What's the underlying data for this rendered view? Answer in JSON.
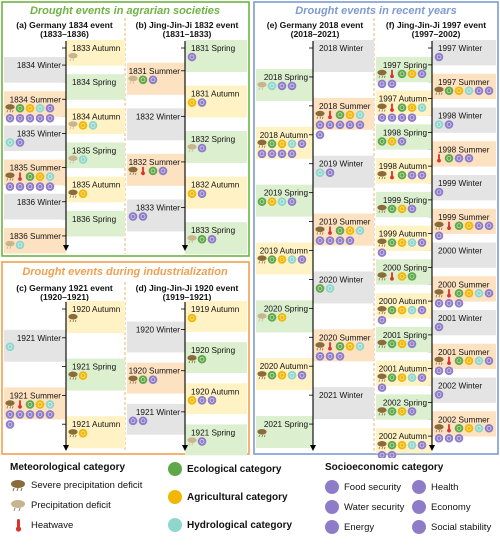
{
  "sections": {
    "agrarian": {
      "title": "Drought events in agrarian societies",
      "color": "#6fb343"
    },
    "industrial": {
      "title": "Drought events during industrialization",
      "color": "#f0a050"
    },
    "recent": {
      "title": "Drought events in recent years",
      "color": "#7d9bd0"
    }
  },
  "panels": [
    {
      "id": "a",
      "title_line1": "(a) Germany 1834 event",
      "title_line2": "(1833–1836)",
      "left": [
        {
          "label": "1834 Winter",
          "icons": []
        },
        {
          "label": "1834 Summer",
          "icons": [
            "spd",
            "eco",
            "agr",
            "hyd",
            "food",
            "water",
            "energy",
            "health",
            "economy",
            "social"
          ]
        },
        {
          "label": "1835 Winter",
          "icons": [
            "hyd",
            "water"
          ]
        },
        {
          "label": "1835 Summer",
          "icons": [
            "spd",
            "heat",
            "eco",
            "agr",
            "hyd",
            "food",
            "water",
            "energy",
            "health",
            "economy"
          ]
        },
        {
          "label": "1836 Winter",
          "icons": []
        },
        {
          "label": "1836 Summer",
          "icons": [
            "pd",
            "hyd"
          ]
        }
      ],
      "right": [
        {
          "label": "1833 Autumn",
          "icons": [
            "pd"
          ]
        },
        {
          "label": "1834 Spring",
          "icons": []
        },
        {
          "label": "1834 Autumn",
          "icons": [
            "pd",
            "agr",
            "hyd"
          ]
        },
        {
          "label": "1835 Spring",
          "icons": [
            "pd",
            "hyd"
          ]
        },
        {
          "label": "1835 Autumn",
          "icons": [
            "spd",
            "agr"
          ]
        },
        {
          "label": "1836 Spring",
          "icons": []
        }
      ]
    },
    {
      "id": "b",
      "title_line1": "(b) Jing-Jin-Ji 1832 event",
      "title_line2": "(1831–1833)",
      "left": [
        {
          "label": "1831 Summer",
          "icons": [
            "pd",
            "eco",
            "social"
          ]
        },
        {
          "label": "1832 Winter",
          "icons": []
        },
        {
          "label": "1832 Summer",
          "icons": [
            "spd",
            "heat",
            "eco",
            "social"
          ]
        },
        {
          "label": "1833 Winter",
          "icons": [
            "food",
            "social"
          ]
        }
      ],
      "right": [
        {
          "label": "1831 Spring",
          "icons": [
            "food"
          ]
        },
        {
          "label": "1831 Autumn",
          "icons": [
            "agr",
            "social"
          ]
        },
        {
          "label": "1832 Spring",
          "icons": [
            "pd",
            "social"
          ]
        },
        {
          "label": "1832 Autumn",
          "icons": [
            "agr",
            "social"
          ]
        },
        {
          "label": "1833 Spring",
          "icons": [
            "pd",
            "eco",
            "social"
          ]
        }
      ]
    },
    {
      "id": "c",
      "title_line1": "(c) Germany 1921 event",
      "title_line2": "(1920–1921)",
      "left": [
        {
          "label": "1921 Winter",
          "icons": [
            "hyd"
          ]
        },
        {
          "label": "1921 Summer",
          "icons": [
            "spd",
            "heat",
            "eco",
            "agr",
            "hyd",
            "food",
            "water",
            "energy",
            "health",
            "economy",
            "social"
          ]
        }
      ],
      "right": [
        {
          "label": "1920 Autumn",
          "icons": [
            "spd"
          ]
        },
        {
          "label": "1921 Spring",
          "icons": [
            "spd",
            "agr"
          ]
        },
        {
          "label": "1921 Autumn",
          "icons": [
            "spd",
            "agr"
          ]
        }
      ]
    },
    {
      "id": "d",
      "title_line1": "(d) Jing-Jin-Ji 1920 event",
      "title_line2": "(1919–1921)",
      "left": [
        {
          "label": "1920 Winter",
          "icons": []
        },
        {
          "label": "1920 Summer",
          "icons": [
            "spd",
            "eco",
            "social"
          ]
        },
        {
          "label": "1921 Winter",
          "icons": [
            "food",
            "social"
          ]
        }
      ],
      "right": [
        {
          "label": "1919 Autumn",
          "icons": [
            "agr"
          ]
        },
        {
          "label": "1920 Spring",
          "icons": [
            "spd",
            "eco"
          ]
        },
        {
          "label": "1920 Autumn",
          "icons": [
            "agr",
            "social",
            "food"
          ]
        },
        {
          "label": "1921 Spring",
          "icons": [
            "pd",
            "social"
          ]
        }
      ]
    },
    {
      "id": "e",
      "title_line1": "(e) Germany 2018 event",
      "title_line2": "(2018–2021)",
      "left": [
        {
          "label": "2018 Spring",
          "icons": [
            "pd",
            "hyd",
            "health",
            "economy"
          ]
        },
        {
          "label": "2018 Autumn",
          "icons": [
            "spd",
            "eco",
            "agr",
            "hyd",
            "food",
            "water",
            "energy",
            "health",
            "economy"
          ]
        },
        {
          "label": "2019 Spring",
          "icons": [
            "eco",
            "agr",
            "hyd",
            "water"
          ]
        },
        {
          "label": "2019 Autumn",
          "icons": [
            "spd",
            "eco",
            "agr",
            "hyd",
            "water"
          ]
        },
        {
          "label": "2020 Spring",
          "icons": [
            "pd",
            "eco",
            "agr"
          ]
        },
        {
          "label": "2020 Autumn",
          "icons": [
            "spd",
            "eco",
            "agr",
            "hyd",
            "water"
          ]
        },
        {
          "label": "2021 Spring",
          "icons": [
            "spd"
          ]
        }
      ],
      "right": [
        {
          "label": "2018 Winter",
          "icons": []
        },
        {
          "label": "2018 Summer",
          "icons": [
            "spd",
            "heat",
            "eco",
            "agr",
            "hyd",
            "food",
            "water",
            "energy",
            "health",
            "economy",
            "social"
          ]
        },
        {
          "label": "2019 Winter",
          "icons": [
            "hyd",
            "water"
          ]
        },
        {
          "label": "2019 Summer",
          "icons": [
            "spd",
            "heat",
            "eco",
            "agr",
            "hyd",
            "water",
            "energy",
            "health",
            "economy"
          ]
        },
        {
          "label": "2020 Winter",
          "icons": [
            "eco",
            "hyd"
          ]
        },
        {
          "label": "2020 Summer",
          "icons": [
            "spd",
            "heat",
            "eco",
            "agr",
            "hyd",
            "water",
            "energy",
            "economy"
          ]
        },
        {
          "label": "2021 Winter",
          "icons": []
        }
      ]
    },
    {
      "id": "f",
      "title_line1": "(f) Jing-Jin-Ji 1997 event",
      "title_line2": "(1997–2002)",
      "left": [
        {
          "label": "1997 Spring",
          "icons": [
            "spd",
            "heat",
            "eco",
            "agr",
            "food",
            "water",
            "economy"
          ]
        },
        {
          "label": "1997 Autumn",
          "icons": [
            "spd",
            "heat",
            "eco",
            "agr",
            "hyd",
            "food",
            "water",
            "health",
            "economy"
          ]
        },
        {
          "label": "1998 Spring",
          "icons": [
            "eco",
            "agr",
            "food"
          ]
        },
        {
          "label": "1998 Autumn",
          "icons": [
            "spd",
            "heat",
            "eco",
            "food",
            "water"
          ]
        },
        {
          "label": "1999 Spring",
          "icons": [
            "spd",
            "eco",
            "agr",
            "food"
          ]
        },
        {
          "label": "1999 Autumn",
          "icons": [
            "spd",
            "eco",
            "agr",
            "hyd",
            "food",
            "water"
          ]
        },
        {
          "label": "2000 Spring",
          "icons": [
            "spd",
            "heat",
            "agr",
            "eco"
          ]
        },
        {
          "label": "2000 Autumn",
          "icons": [
            "spd",
            "eco",
            "agr",
            "hyd",
            "food",
            "water"
          ]
        },
        {
          "label": "2001 Spring",
          "icons": [
            "spd",
            "eco",
            "agr",
            "food"
          ]
        },
        {
          "label": "2001 Autumn",
          "icons": [
            "spd",
            "eco",
            "agr",
            "hyd",
            "food",
            "water"
          ]
        },
        {
          "label": "2002 Spring",
          "icons": [
            "spd",
            "eco",
            "agr",
            "food"
          ]
        },
        {
          "label": "2002 Autumn",
          "icons": [
            "spd",
            "eco",
            "agr",
            "hyd",
            "food",
            "water",
            "health"
          ]
        }
      ],
      "right": [
        {
          "label": "1997 Winter",
          "icons": [
            "food"
          ]
        },
        {
          "label": "1997 Summer",
          "icons": [
            "spd",
            "eco",
            "agr",
            "hyd",
            "food",
            "water"
          ]
        },
        {
          "label": "1998 Winter",
          "icons": [
            "hyd",
            "water"
          ]
        },
        {
          "label": "1998 Summer",
          "icons": [
            "heat",
            "eco",
            "food",
            "water"
          ]
        },
        {
          "label": "1999 Winter",
          "icons": [
            "water"
          ]
        },
        {
          "label": "1999 Summer",
          "icons": [
            "spd",
            "heat",
            "eco",
            "agr",
            "food",
            "water",
            "energy"
          ]
        },
        {
          "label": "2000 Winter",
          "icons": []
        },
        {
          "label": "2000 Summer",
          "icons": [
            "spd",
            "heat",
            "eco",
            "agr",
            "hyd",
            "food",
            "water",
            "health",
            "economy"
          ]
        },
        {
          "label": "2001 Winter",
          "icons": [
            "water"
          ]
        },
        {
          "label": "2001 Summer",
          "icons": [
            "spd",
            "heat",
            "eco",
            "agr",
            "hyd",
            "food",
            "water",
            "economy"
          ]
        },
        {
          "label": "2002 Winter",
          "icons": [
            "water"
          ]
        },
        {
          "label": "2002 Summer",
          "icons": [
            "spd",
            "heat",
            "eco",
            "agr",
            "hyd",
            "food",
            "water",
            "energy",
            "economy"
          ]
        }
      ]
    }
  ],
  "legend": {
    "meteorological_title": "Meteorological category",
    "severe_precip": "Severe precipitation deficit",
    "precip": "Precipitation deficit",
    "heatwave": "Heatwave",
    "ecological": "Ecological category",
    "agricultural": "Agricultural category",
    "hydrological": "Hydrological category",
    "socioeconomic_title": "Socioeconomic category",
    "food": "Food security",
    "water": "Water security",
    "energy": "Energy",
    "health": "Health",
    "economy": "Economy",
    "social": "Social stability"
  },
  "colors": {
    "eco": "#5fa84a",
    "agr": "#f2b705",
    "hyd": "#8fd6cc",
    "socio": "#8f7cc9",
    "heat": "#d9332c",
    "cloud": "#8a6b3a",
    "bg_green": "#dcefcf",
    "bg_orange": "#fde2c2",
    "bg_yellow": "#fff2c4",
    "bg_grey": "#e4e4e4"
  }
}
